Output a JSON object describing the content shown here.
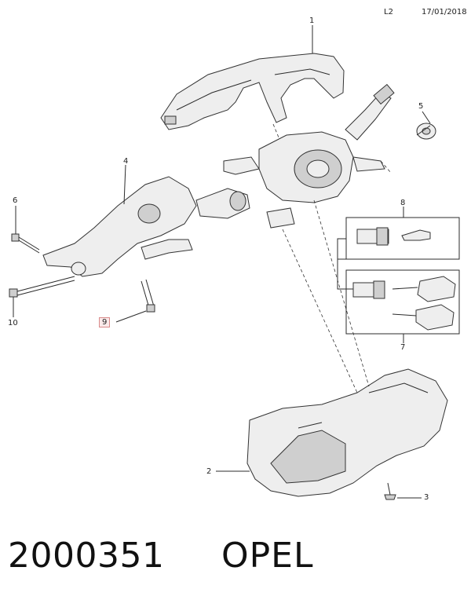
{
  "header": {
    "ref": "L2",
    "date": "17/01/2018"
  },
  "callouts": {
    "c1": "1",
    "c2": "2",
    "c3": "3",
    "c4": "4",
    "c5": "5",
    "c6": "6",
    "c7": "7",
    "c8": "8",
    "c9": "9",
    "c10": "10"
  },
  "footer": {
    "part_number": "2000351",
    "brand": "OPEL"
  },
  "colors": {
    "highlight_box": "#d98a8a"
  }
}
